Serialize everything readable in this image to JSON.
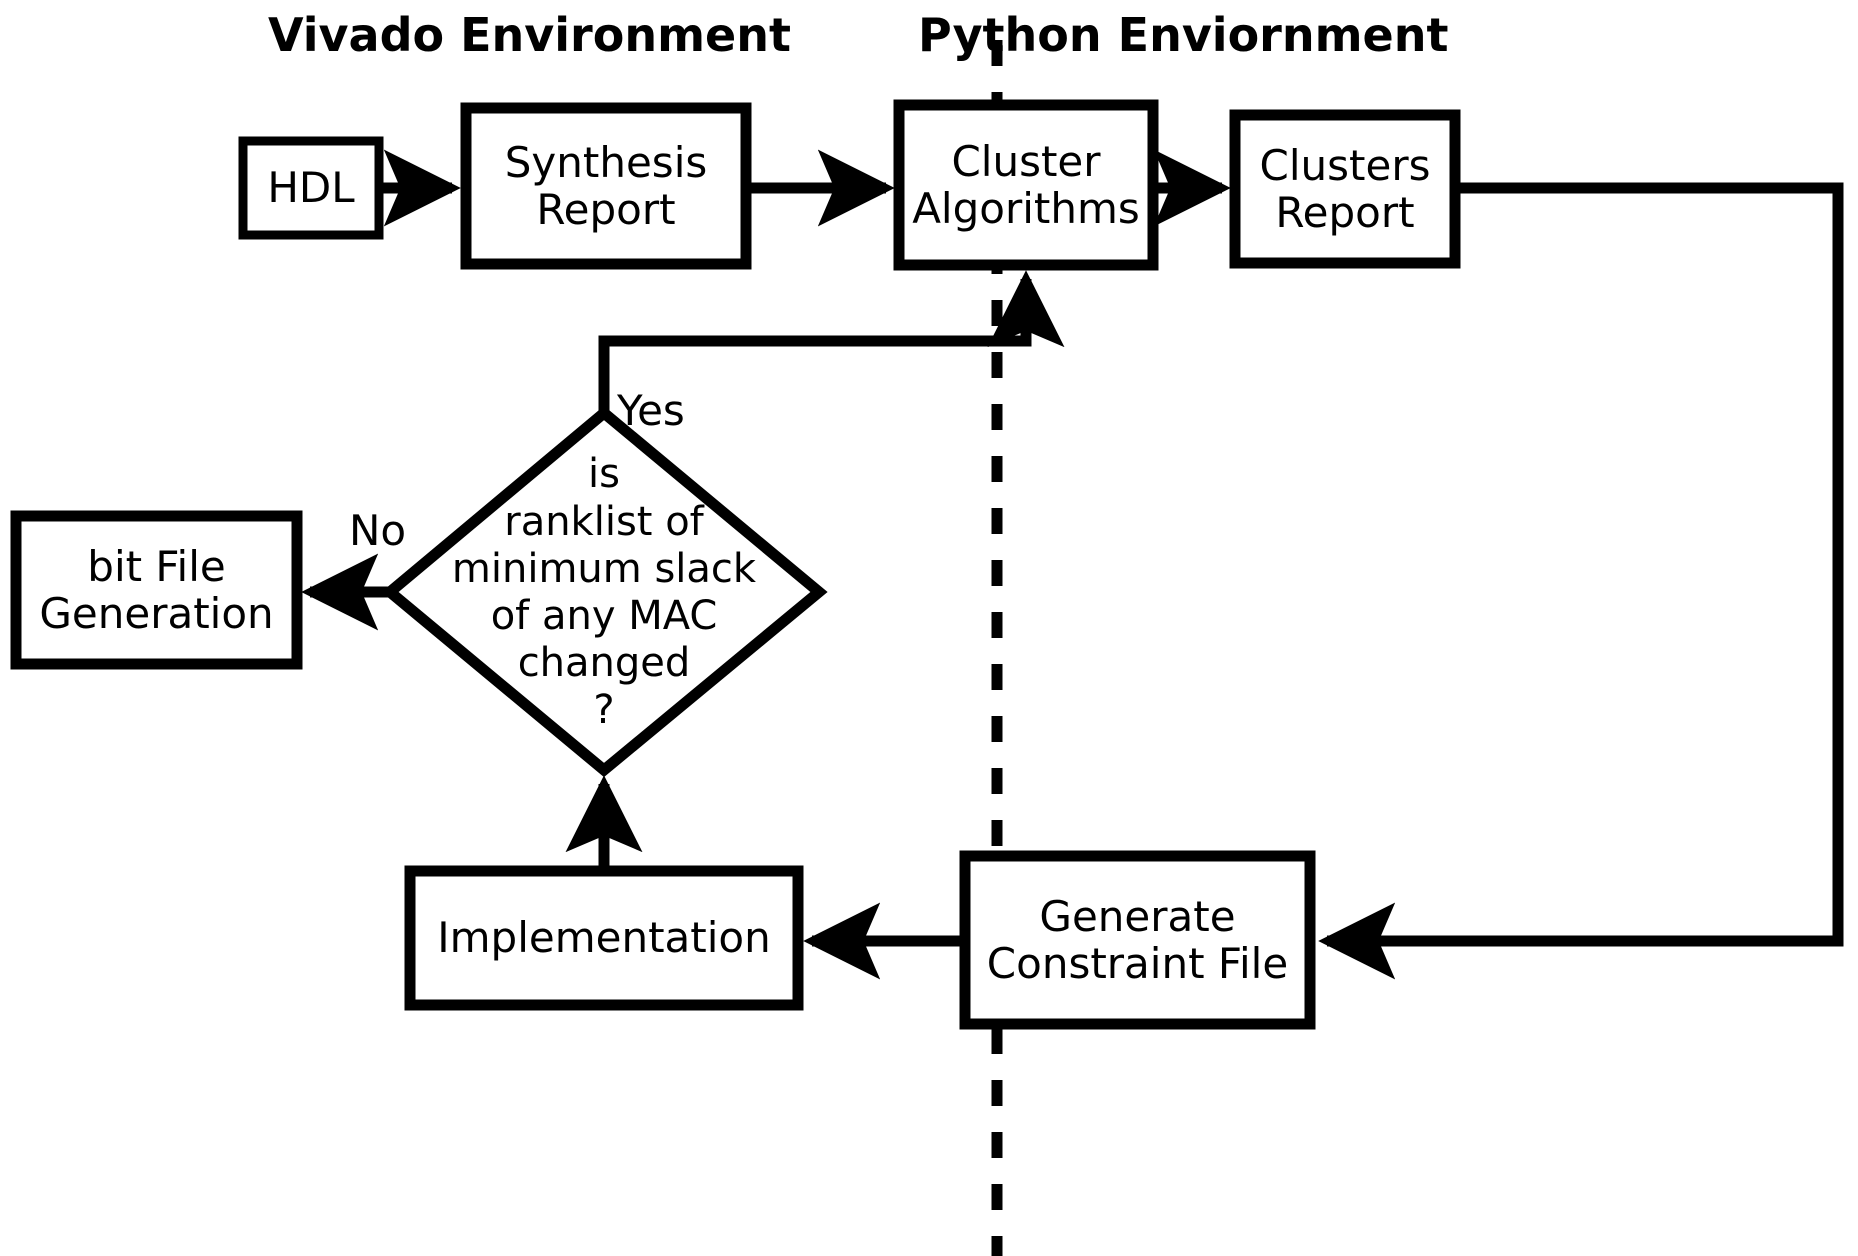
{
  "diagram": {
    "type": "flowchart",
    "title_left": "Vivado Environment",
    "title_right": "Python Enviornment",
    "stroke_color": "#000000",
    "background_color": "#ffffff",
    "divider": {
      "name": "environment-divider",
      "style": "dashed-vertical"
    },
    "nodes": [
      {
        "id": "hdl",
        "shape": "rect",
        "lines": [
          "HDL"
        ]
      },
      {
        "id": "synthesis",
        "shape": "rect",
        "lines": [
          "Synthesis",
          "Report"
        ]
      },
      {
        "id": "cluster_algorithms",
        "shape": "rect",
        "lines": [
          "Cluster",
          "Algorithms"
        ]
      },
      {
        "id": "clusters_report",
        "shape": "rect",
        "lines": [
          "Clusters",
          "Report"
        ]
      },
      {
        "id": "decision",
        "shape": "diamond",
        "lines": [
          "is",
          "ranklist of",
          "minimum slack",
          "of any MAC",
          "changed",
          "?"
        ]
      },
      {
        "id": "bit_file",
        "shape": "rect",
        "lines": [
          "bit File",
          "Generation"
        ]
      },
      {
        "id": "implementation",
        "shape": "rect",
        "lines": [
          "Implementation"
        ]
      },
      {
        "id": "generate_constraint",
        "shape": "rect",
        "lines": [
          "Generate",
          "Constraint File"
        ]
      }
    ],
    "edge_labels": [
      {
        "id": "yes",
        "text": "Yes"
      },
      {
        "id": "no",
        "text": "No"
      }
    ],
    "edges": [
      {
        "from": "hdl",
        "to": "synthesis"
      },
      {
        "from": "synthesis",
        "to": "cluster_algorithms"
      },
      {
        "from": "cluster_algorithms",
        "to": "clusters_report"
      },
      {
        "from": "clusters_report",
        "to": "generate_constraint"
      },
      {
        "from": "generate_constraint",
        "to": "implementation"
      },
      {
        "from": "implementation",
        "to": "decision"
      },
      {
        "from": "decision",
        "to": "cluster_algorithms",
        "label": "Yes"
      },
      {
        "from": "decision",
        "to": "bit_file",
        "label": "No"
      }
    ]
  }
}
